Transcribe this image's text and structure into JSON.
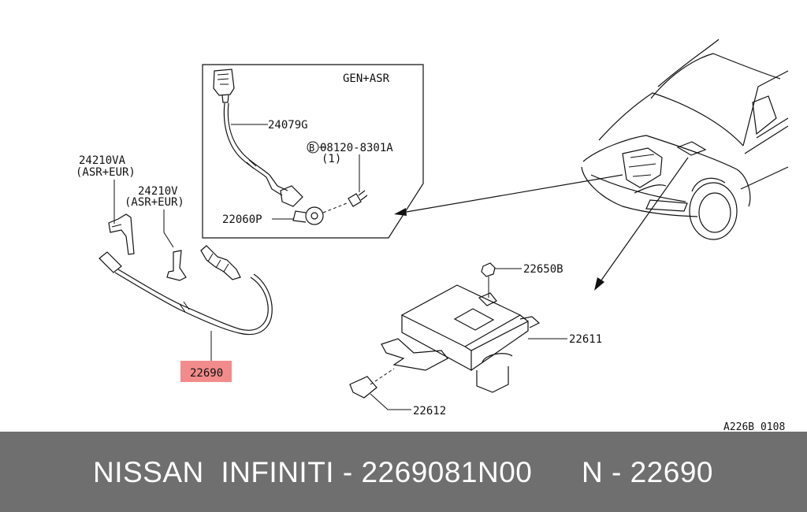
{
  "diagram": {
    "inset_title": "GEN+ASR",
    "labels": {
      "p24079G": "24079G",
      "p08120": "08120-8301A",
      "p08120_bolt_symbol": "B",
      "p08120_qty": "(1)",
      "p22060P": "22060P",
      "p24210VA": "24210VA",
      "p24210VA_note": "(ASR+EUR)",
      "p24210V": "24210V",
      "p24210V_note": "(ASR+EUR)",
      "p22690": "22690",
      "p22650B": "22650B",
      "p22611": "22611",
      "p22612": "22612",
      "drawing_id": "A226B 0108"
    },
    "highlight_color": "#f28b8b"
  },
  "caption": {
    "brand_text": "NISSAN  INFINITI - 2269081N00",
    "ref_text": "N - 22690",
    "background": "#6f6f6f",
    "text_color": "#ffffff"
  }
}
